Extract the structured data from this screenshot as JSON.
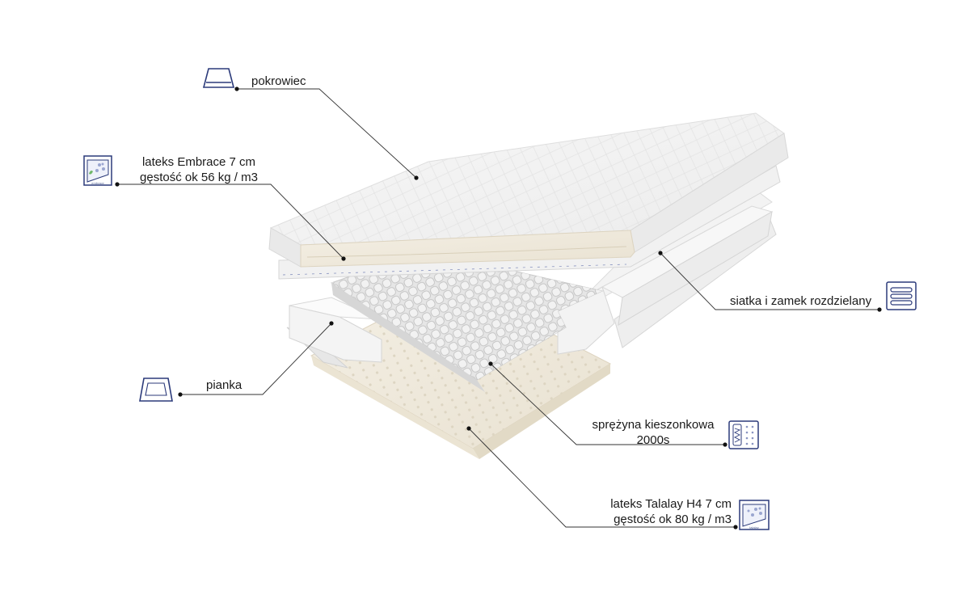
{
  "colors": {
    "icon_stroke": "#2b3a7a",
    "leader_line": "#333333",
    "foam": "#f1f1f1",
    "latex": "#efe9dc",
    "springs": "#d9d9d9"
  },
  "callouts": {
    "cover": {
      "icon": "cover-icon",
      "lines": [
        "pokrowiec"
      ]
    },
    "latex_top": {
      "icon": "embrace-latex-icon",
      "icon_text": "embrace",
      "lines": [
        "lateks Embrace 7 cm",
        "gęstość ok 56 kg / m3"
      ]
    },
    "mesh": {
      "icon": "zipper-mesh-icon",
      "lines": [
        "siatka i zamek rozdzielany"
      ]
    },
    "foam": {
      "icon": "foam-tray-icon",
      "lines": [
        "pianka"
      ]
    },
    "springs": {
      "icon": "pocket-spring-icon",
      "lines": [
        "sprężyna kieszonkowa",
        "2000s"
      ]
    },
    "latex_bottom": {
      "icon": "talalay-latex-icon",
      "icon_text": "talalay",
      "lines": [
        "lateks Talalay H4 7 cm",
        "gęstość ok 80 kg / m3"
      ]
    }
  }
}
